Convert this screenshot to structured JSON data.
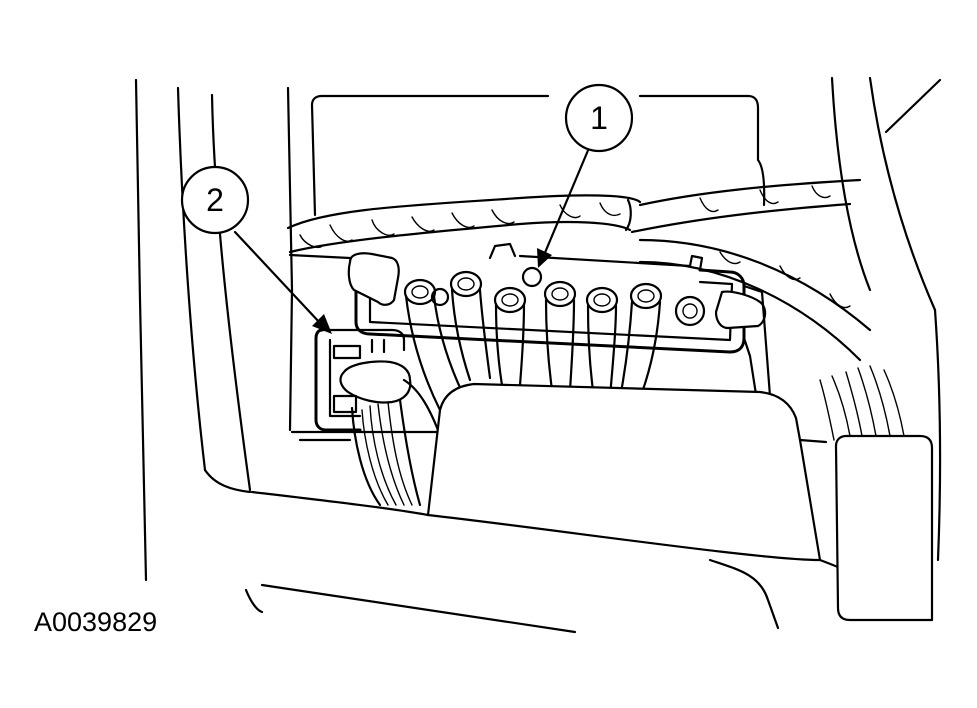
{
  "figure": {
    "id": "A0039829"
  },
  "callouts": [
    {
      "number": "1"
    },
    {
      "number": "2"
    }
  ],
  "colors": {
    "ink": "#000000",
    "paper": "#ffffff"
  }
}
